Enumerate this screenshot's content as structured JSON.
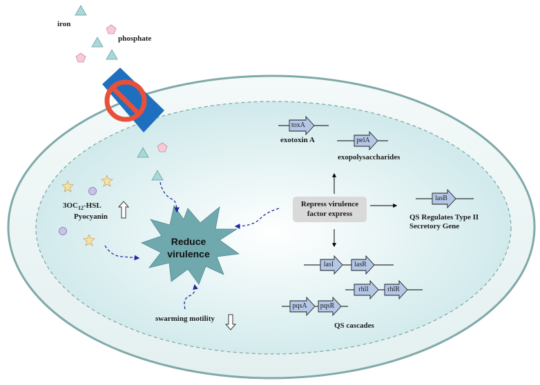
{
  "labels": {
    "iron": "iron",
    "phosphate": "phosphate",
    "hsl_prefix": "3OC",
    "hsl_sub": "12",
    "hsl_suffix": "-HSL",
    "pyocyanin": "Pyocyanin",
    "reduce_line1": "Reduce",
    "reduce_line2": "virulence",
    "repress_line1": "Repress virulence",
    "repress_line2": "factor express",
    "exotoxin": "exotoxin A",
    "exopolysaccharides": "exopolysaccharides",
    "qs_type2_line1": "QS Regulates Type II",
    "qs_type2_line2": "Secretory Gene",
    "swarming": "swarming motility",
    "qs_cascades": "QS cascades"
  },
  "genes": {
    "toxA": "toxA",
    "pelA": "pelA",
    "lasB": "lasB",
    "lasI": "lasI",
    "lasR": "lasR",
    "rhlI": "rhlI",
    "rhlR": "rhlR",
    "pqsA": "pqsA",
    "pqsR": "pqsR"
  },
  "colors": {
    "cell_outer_fill": "#eef5f5",
    "cell_outer_stroke": "#7fa9a9",
    "cytoplasm_fill": "#d4ecee",
    "cytoplasm_stroke": "#7fa9a9",
    "star_burst": "#6fa8ad",
    "gene_fill": "#b4c7e7",
    "triangle": "#a8d8d8",
    "pentagon": "#f7c9d9",
    "circle": "#c9c3e8",
    "star": "#f6e0a5",
    "receptor": "#1f6fbf",
    "block_sign": "#e8503a",
    "dashed_arrow": "#1f2a9e",
    "repress_box": "#d9d9d9"
  },
  "icons": [
    "triangle-icon",
    "pentagon-icon",
    "circle-icon",
    "star-icon",
    "no-entry-icon",
    "up-arrow-icon",
    "down-arrow-icon"
  ]
}
